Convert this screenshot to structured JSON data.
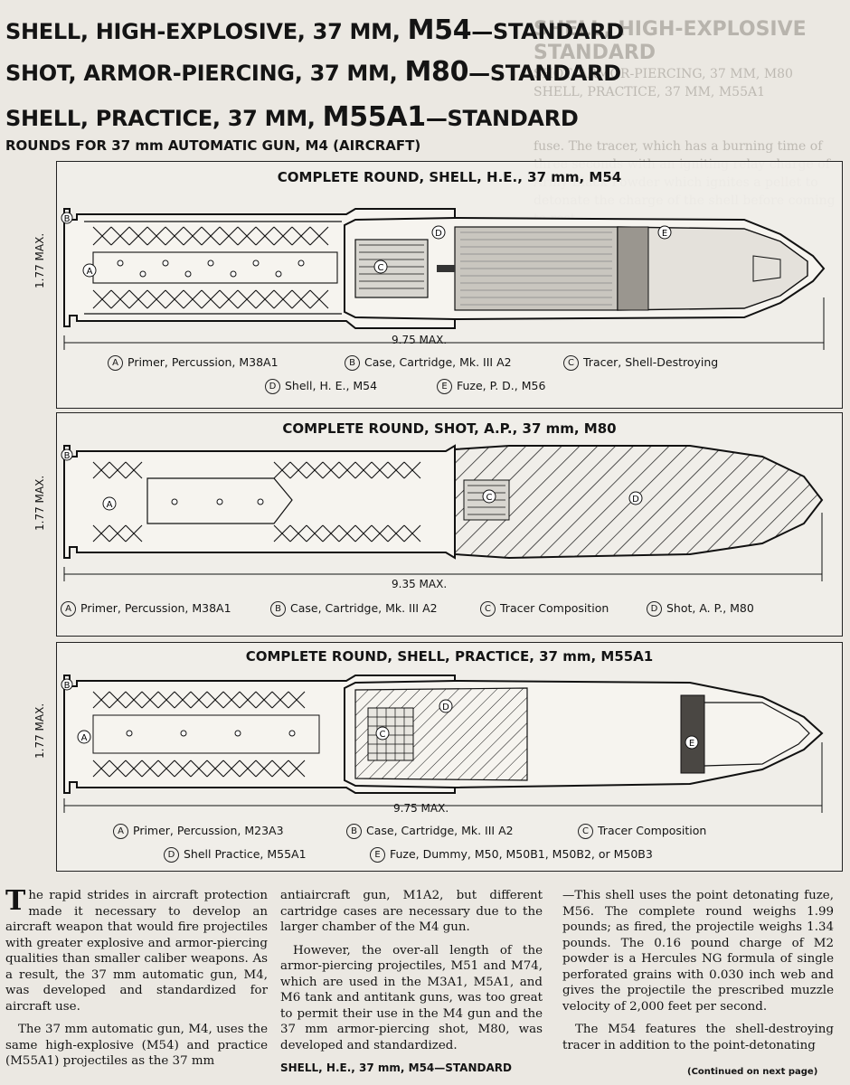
{
  "header": {
    "line1": {
      "prefix": "SHELL, HIGH-EXPLOSIVE, 37 MM, ",
      "model": "M54",
      "suffix": "—STANDARD"
    },
    "line2": {
      "prefix": "SHOT, ARMOR-PIERCING, 37 MM, ",
      "model": "M80",
      "suffix": "—STANDARD"
    },
    "line3": {
      "prefix": "SHELL, PRACTICE, 37 MM, ",
      "model": "M55A1",
      "suffix": "—STANDARD"
    },
    "subtitle": "ROUNDS FOR 37 mm AUTOMATIC GUN, M4 (AIRCRAFT)"
  },
  "diagrams": [
    {
      "title": "COMPLETE ROUND, SHELL, H.E., 37 mm, M54",
      "length": "9.75 MAX.",
      "diameter": "1.77 MAX.",
      "legend": [
        {
          "key": "A",
          "label": "Primer, Percussion, M38A1"
        },
        {
          "key": "B",
          "label": "Case, Cartridge, Mk. III A2"
        },
        {
          "key": "C",
          "label": "Tracer, Shell-Destroying"
        },
        {
          "key": "D",
          "label": "Shell, H. E., M54"
        },
        {
          "key": "E",
          "label": "Fuze, P. D., M56"
        }
      ]
    },
    {
      "title": "COMPLETE ROUND, SHOT, A.P., 37 mm, M80",
      "length": "9.35 MAX.",
      "diameter": "1.77 MAX.",
      "legend": [
        {
          "key": "A",
          "label": "Primer, Percussion, M38A1"
        },
        {
          "key": "B",
          "label": "Case, Cartridge, Mk. III A2"
        },
        {
          "key": "C",
          "label": "Tracer Composition"
        },
        {
          "key": "D",
          "label": "Shot, A. P., M80"
        }
      ]
    },
    {
      "title": "COMPLETE ROUND, SHELL, PRACTICE, 37 mm, M55A1",
      "length": "9.75 MAX.",
      "diameter": "1.77 MAX.",
      "legend": [
        {
          "key": "A",
          "label": "Primer, Percussion, M23A3"
        },
        {
          "key": "B",
          "label": "Case, Cartridge, Mk. III A2"
        },
        {
          "key": "C",
          "label": "Tracer Composition"
        },
        {
          "key": "D",
          "label": "Shell Practice, M55A1"
        },
        {
          "key": "E",
          "label": "Fuze, Dummy, M50, M50B1, M50B2, or M50B3"
        }
      ]
    }
  ],
  "body": {
    "col1": {
      "dropcap": "T",
      "p1": "he rapid strides in aircraft protection made it necessary to develop an aircraft weapon that would fire projectiles with greater explosive and armor-piercing qualities than smaller caliber weapons. As a result, the 37 mm automatic gun, M4, was developed and standardized for aircraft use.",
      "p2": "The 37 mm automatic gun, M4, uses the same high-explosive (M54) and practice (M55A1) projectiles as the 37 mm"
    },
    "col2": {
      "p1": "antiaircraft gun, M1A2, but different cartridge cases are necessary due to the larger chamber of the M4 gun.",
      "p2": "However, the over-all length of the armor-piercing projectiles, M51 and M74, which are used in the M3A1, M5A1, and M6 tank and antitank guns, was too great to permit their use in the M4 gun and the 37 mm armor-piercing shot, M80, was developed and standardized.",
      "heading": "SHELL, H.E., 37 mm, M54—STANDARD"
    },
    "col3": {
      "p1": "—This shell uses the point detonating fuze, M56. The complete round weighs 1.99 pounds; as fired, the projectile weighs 1.34 pounds. The 0.16 pound charge of M2 powder is a Hercules NG formula of single perforated grains with 0.030 inch web and gives the projectile the prescribed muzzle velocity of 2,000 feet per second.",
      "p2": "The M54 features the shell-destroying tracer in addition to the point-detonating"
    },
    "continued": "(Continued on next page)"
  }
}
